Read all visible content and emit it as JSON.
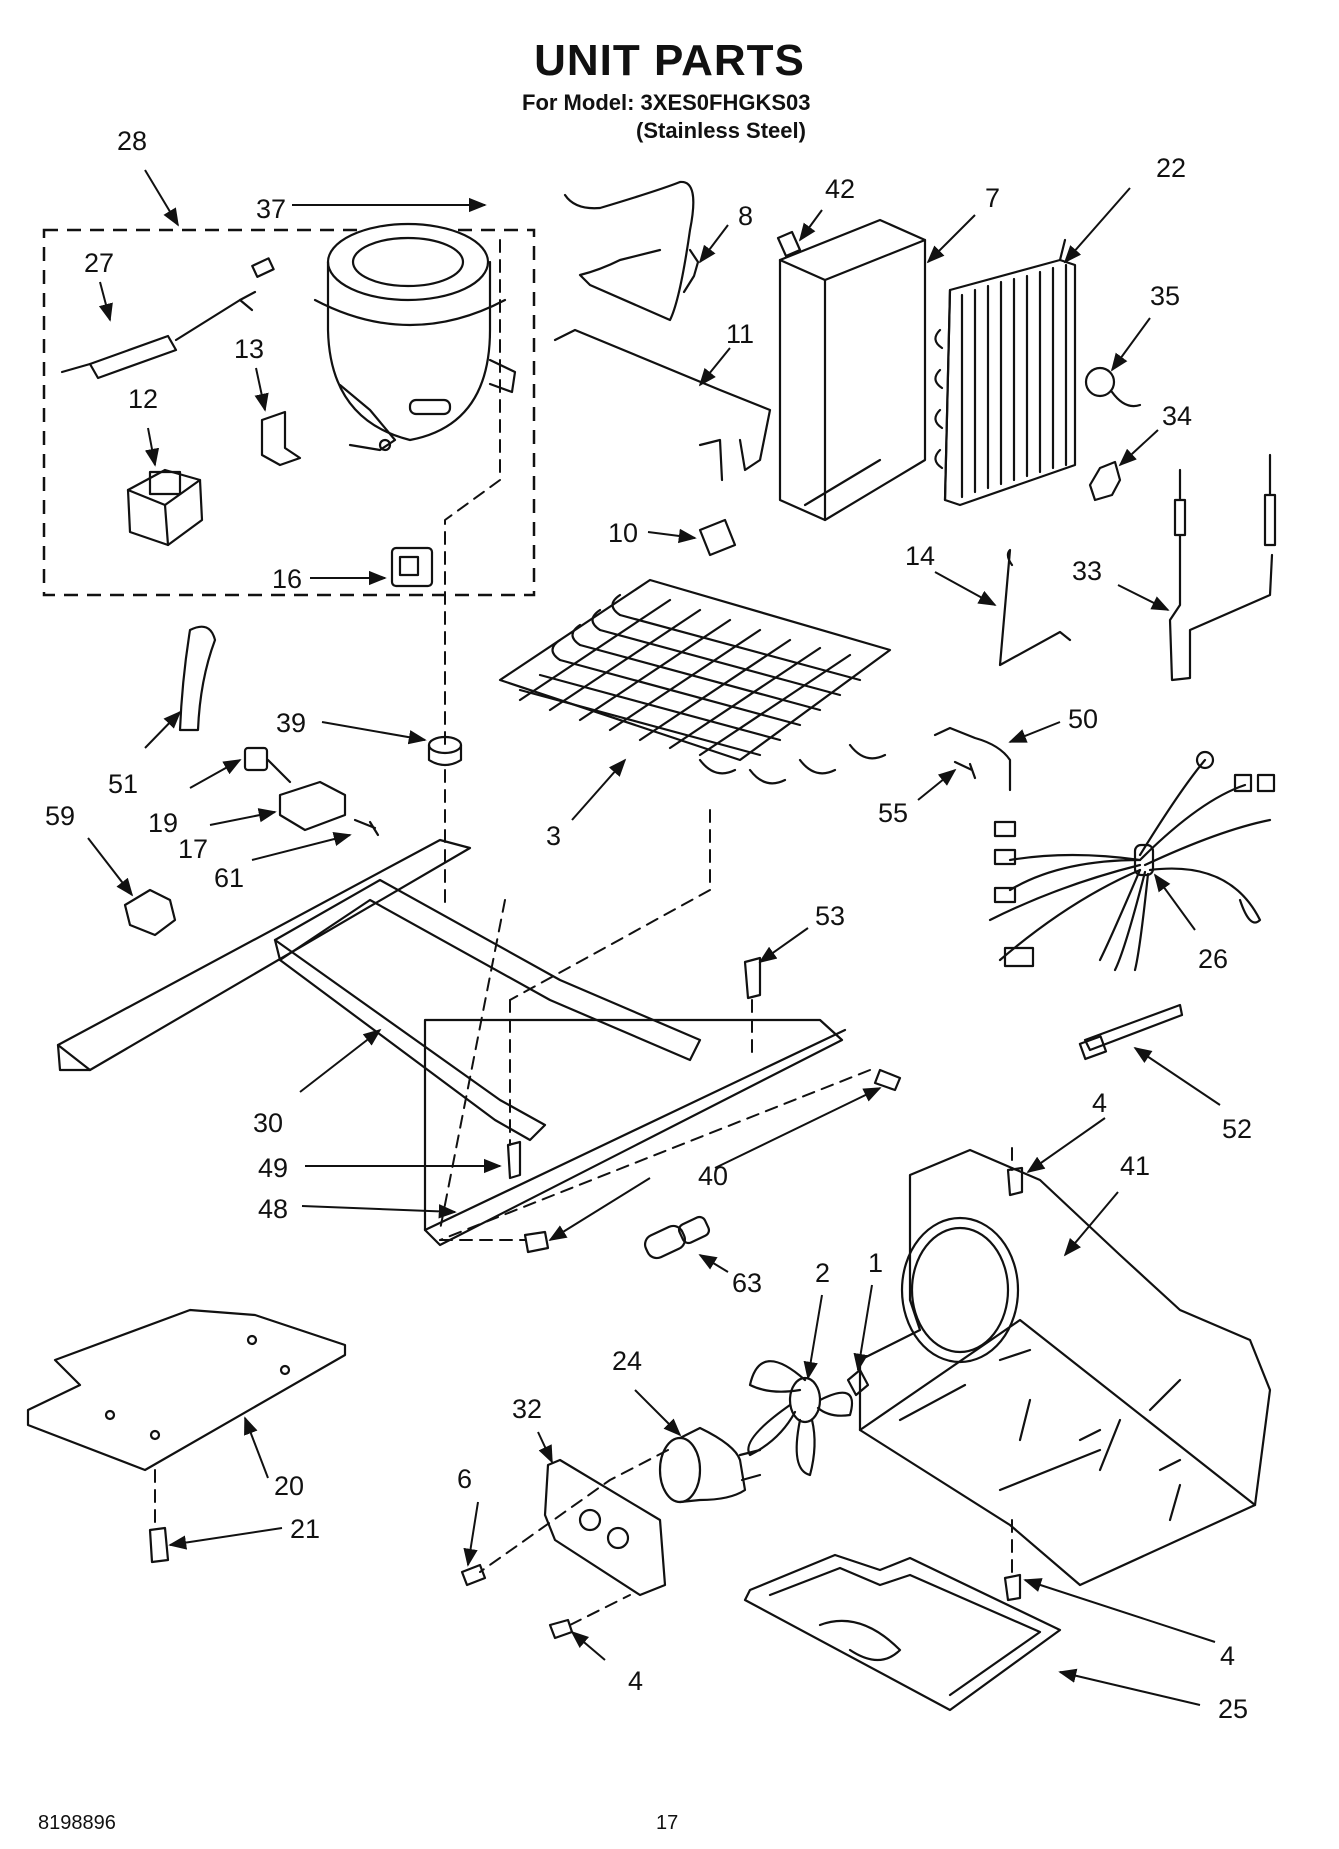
{
  "header": {
    "title": "UNIT PARTS",
    "model": "For Model: 3XES0FHGKS03",
    "variant": "(Stainless Steel)"
  },
  "footer": {
    "doc_number": "8198896",
    "page_number": "17"
  },
  "callouts": [
    "28",
    "37",
    "8",
    "42",
    "7",
    "22",
    "27",
    "13",
    "12",
    "11",
    "35",
    "34",
    "16",
    "10",
    "14",
    "33",
    "51",
    "39",
    "50",
    "19",
    "17",
    "61",
    "59",
    "3",
    "55",
    "26",
    "53",
    "30",
    "52",
    "4",
    "41",
    "49",
    "40",
    "48",
    "63",
    "2",
    "1",
    "24",
    "32",
    "6",
    "20",
    "21",
    "4",
    "4",
    "25"
  ]
}
